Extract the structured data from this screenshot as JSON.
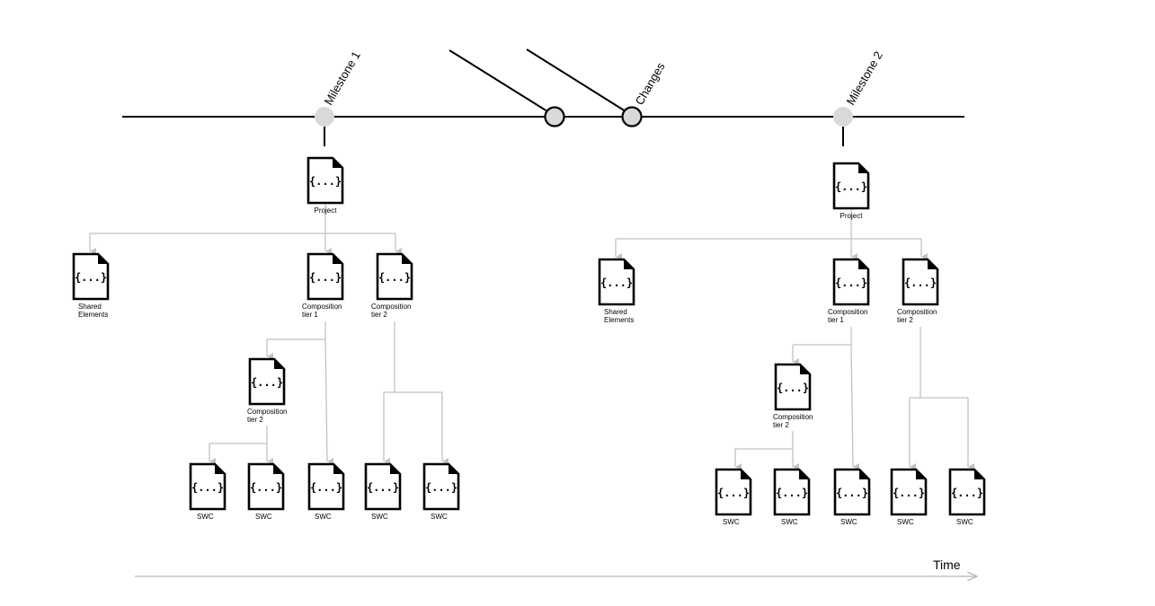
{
  "timeline": {
    "milestones": [
      "Milestone 1",
      "Milestone 2"
    ],
    "changes_label": "Changes",
    "time_label": "Time"
  },
  "doc_icon_text": "{...}",
  "trees": [
    {
      "name": "milestone-1-tree",
      "labels": {
        "project": "Project",
        "shared": [
          "Shared",
          "Elements"
        ],
        "comp1": [
          "Composition",
          "tier 1"
        ],
        "comp2a": [
          "Composition",
          "tier 2"
        ],
        "comp2b": [
          "Composition",
          "tier 2"
        ],
        "swc": [
          "SWC",
          "SWC",
          "SWC",
          "SWC",
          "SWC"
        ]
      }
    },
    {
      "name": "milestone-2-tree",
      "labels": {
        "project": "Project",
        "shared": [
          "Shared",
          "Elements"
        ],
        "comp1": [
          "Composition",
          "tier 1"
        ],
        "comp2a": [
          "Composition",
          "tier 2"
        ],
        "comp2b": [
          "Composition",
          "tier 2"
        ],
        "swc": [
          "SWC",
          "SWC",
          "SWC",
          "SWC",
          "SWC"
        ]
      }
    }
  ],
  "colors": {
    "line": "#000000",
    "milestone_fill": "#d9d9d9",
    "change_fill": "#d9d9d9",
    "connector": "#c2c2c2"
  }
}
